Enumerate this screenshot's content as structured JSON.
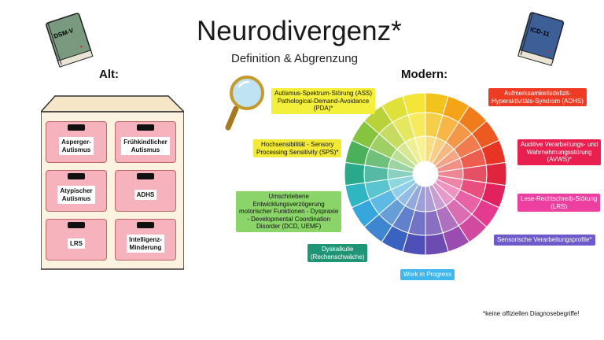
{
  "header": {
    "title": "Neurodivergenz*",
    "subtitle": "Definition & Abgrenzung"
  },
  "old_section": {
    "heading": "Alt:",
    "book_label": "DSM-V",
    "drawers": [
      "Asperger-\nAutismus",
      "Frühkindlicher\nAutismus",
      "Atypischer\nAutismus",
      "ADHS",
      "LRS",
      "Intelligenz-\nMinderung"
    ]
  },
  "modern_section": {
    "heading": "Modern:",
    "book_label": "ICD-11",
    "tags": [
      {
        "text": "Autismus-Spektrum-Störung (ASS)\nPathological-Demand-Avoidance\n(PDA)*",
        "bg": "#f4ef3b",
        "fg": "#111111"
      },
      {
        "text": "Aufmerksamkeitsdefizit-\nHyperaktivitäts-Syndrom (ADHS)",
        "bg": "#ef3b24",
        "fg": "#ffffff"
      },
      {
        "text": "Hochsensibilität - Sensory\nProcessing Sensitivity (SPS)*",
        "bg": "#f2ea36",
        "fg": "#111111"
      },
      {
        "text": "Auditive Verarbeitungs- und\nWahrnehmungsstörung\n(AVWS)*",
        "bg": "#e81f4f",
        "fg": "#ffffff"
      },
      {
        "text": "Umschriebene\nEntwicklungsverzögerung\nmotorischer Funktionen - Dyspraxie\n- Developmental  Coordination\nDisorder (DCD, UEMF)",
        "bg": "#8bd46a",
        "fg": "#111111"
      },
      {
        "text": "Lese-Rechtschreib-Störung\n(LRS)",
        "bg": "#ec3fa0",
        "fg": "#ffffff"
      },
      {
        "text": "Dyskalkulie\n(Rechenschwäche)",
        "bg": "#1e9676",
        "fg": "#ffffff"
      },
      {
        "text": "Sensorische Verarbeitungsprofile*",
        "bg": "#6f5acb",
        "fg": "#ffffff"
      },
      {
        "text": "Work in Progress",
        "bg": "#3fb6ee",
        "fg": "#ffffff"
      }
    ]
  },
  "footnote": "*keine offiziellen Diagnosebegriffe!",
  "wheel_colors": [
    "#f2c21d",
    "#f5a418",
    "#f07d1c",
    "#ec5a22",
    "#e83424",
    "#e0243e",
    "#e2225e",
    "#e43b8e",
    "#d24aa0",
    "#9b4cb0",
    "#6c4bb3",
    "#4f4fb8",
    "#3a62c0",
    "#3e86d0",
    "#36a7dd",
    "#2fb6c2",
    "#29a98c",
    "#4bb05a",
    "#86c440",
    "#b9d23a",
    "#dfe13a",
    "#f5e537"
  ]
}
